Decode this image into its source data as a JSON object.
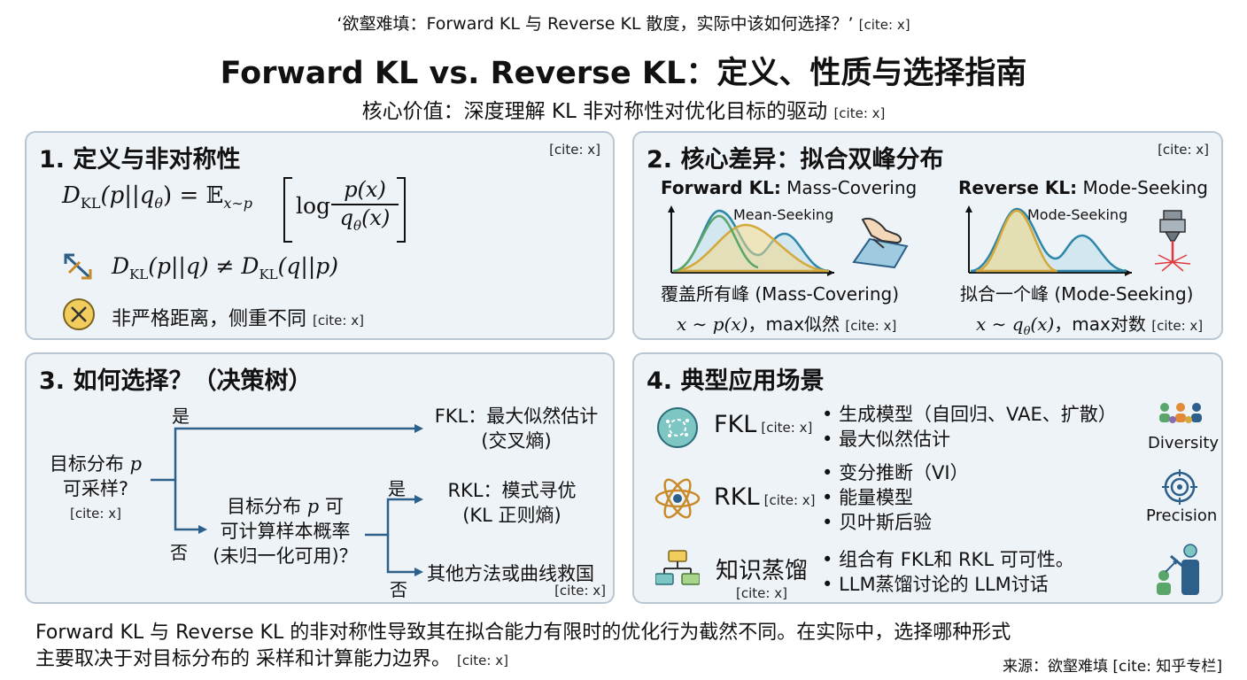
{
  "header": {
    "quote": "‘欲壑难填：Forward KL 与 Reverse KL 散度，实际中该如何选择？’",
    "quote_cite": "[cite: x]",
    "title": "Forward KL vs. Reverse KL：定义、性质与选择指南",
    "subtitle": "核心价值：深度理解 KL 非对称性对优化目标的驱动",
    "subtitle_cite": "[cite: x]"
  },
  "panel1": {
    "title": "1. 定义与非对称性",
    "cite": "[cite: x]",
    "formula_lhs": "D",
    "formula_sub": "KL",
    "formula_args": "(p||q",
    "formula_theta": "θ",
    "formula_eq": ") = 𝔼",
    "formula_exp_sub": "x∼p",
    "formula_log": "log",
    "formula_num": "p(x)",
    "formula_den": "q",
    "formula_den_theta": "θ",
    "formula_den_rest": "(x)",
    "asym_formula": "D",
    "asym_sub1": "KL",
    "asym_mid": "(p||q) ≠ D",
    "asym_sub2": "KL",
    "asym_end": "(q||p)",
    "note": "非严格距离，侧重不同",
    "note_cite": "[cite: x]"
  },
  "panel2": {
    "title": "2. 核心差异：拟合双峰分布",
    "cite": "[cite: x]",
    "left": {
      "heading_bold": "Forward KL:",
      "heading_rest": " Mass-Covering",
      "curve_label": "Mean-Seeking",
      "caption": "覆盖所有峰 (Mass-Covering)",
      "formula": "x ∼ p(x)",
      "formula_rest": "，max似然",
      "cite": "[cite: x]"
    },
    "right": {
      "heading_bold": "Reverse KL:",
      "heading_rest": " Mode-Seeking",
      "curve_label": "Mode-Seeking",
      "caption": "拟合一个峰 (Mode-Seeking)",
      "formula": "x ∼ q",
      "formula_theta": "θ",
      "formula_tail": "(x)",
      "formula_rest": "，max对数",
      "cite": "[cite: x]"
    },
    "colors": {
      "target": "#2e86a8",
      "model": "#d4a83a",
      "green": "#5aa56a"
    }
  },
  "panel3": {
    "title": "3. 如何选择？（决策树）",
    "q1_line1": "目标分布 ",
    "q1_var": "p",
    "q1_line2": "可采样?",
    "q1_cite": "[cite: x]",
    "yes1": "是",
    "no1": "否",
    "r1_line1": "FKL：最大似然估计",
    "r1_line2": "(交叉熵)",
    "q2_line1": "目标分布 ",
    "q2_var": "p",
    "q2_line1b": " 可",
    "q2_line2": "可计算样本概率",
    "q2_line3": "(未归一化可用)？",
    "yes2": "是",
    "no2": "否",
    "r2_line1": "RKL：模式寻优",
    "r2_line2": "(KL 正则熵)",
    "r3": "其他方法或曲线救国",
    "r3_cite": "[cite: x]",
    "arrow_color": "#2c5f8a"
  },
  "panel4": {
    "title": "4. 典型应用场景",
    "rows": [
      {
        "label": "FKL",
        "cite": "[cite: x]",
        "bullets": [
          "生成模型（自回归、VAE、扩散）",
          "最大似然估计"
        ],
        "right_label": "Diversity"
      },
      {
        "label": "RKL",
        "cite": "[cite: x]",
        "bullets": [
          "变分推断（VI）",
          "能量模型",
          "贝叶斯后验"
        ],
        "right_label": "Precision"
      },
      {
        "label": "知识蒸馏",
        "cite": "[cite: x]",
        "bullets": [
          "组合有 FKL和 RKL 可可性。",
          "LLM蒸馏讨论的 LLM讨话"
        ],
        "right_label": ""
      }
    ]
  },
  "footer": {
    "line1": "Forward KL 与 Reverse KL 的非对称性导致其在拟合能力有限时的优化行为截然不同。在实际中，选择哪种形式",
    "line2": "主要取决于对目标分布的 采样和计算能力边界。",
    "line2_cite": "[cite: x]",
    "source": "来源：欲壑难填 [cite: 知乎专栏]"
  }
}
